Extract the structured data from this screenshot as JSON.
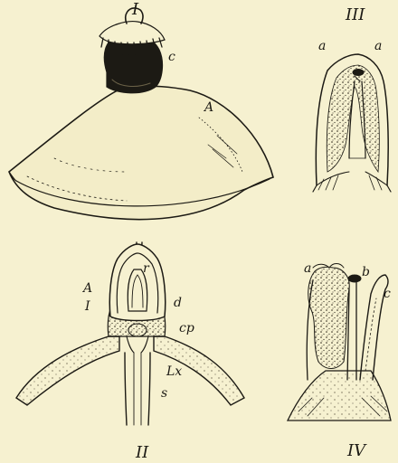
{
  "figures": [
    {
      "id": "fig-1",
      "number": "I",
      "labels": {
        "c": "c",
        "A": "A"
      }
    },
    {
      "id": "fig-2",
      "number": "II",
      "labels": {
        "r": "r",
        "A": "A",
        "I": "I",
        "d": "d",
        "cp": "cp",
        "Lx": "Lx",
        "s": "s"
      }
    },
    {
      "id": "fig-3",
      "number": "III",
      "labels": {
        "a_left": "a",
        "a_right": "a"
      }
    },
    {
      "id": "fig-4",
      "number": "IV",
      "labels": {
        "a": "a",
        "b": "b",
        "c": "c"
      }
    }
  ],
  "colors": {
    "paper": "#f6f1d0",
    "ink": "#1c1a14"
  }
}
